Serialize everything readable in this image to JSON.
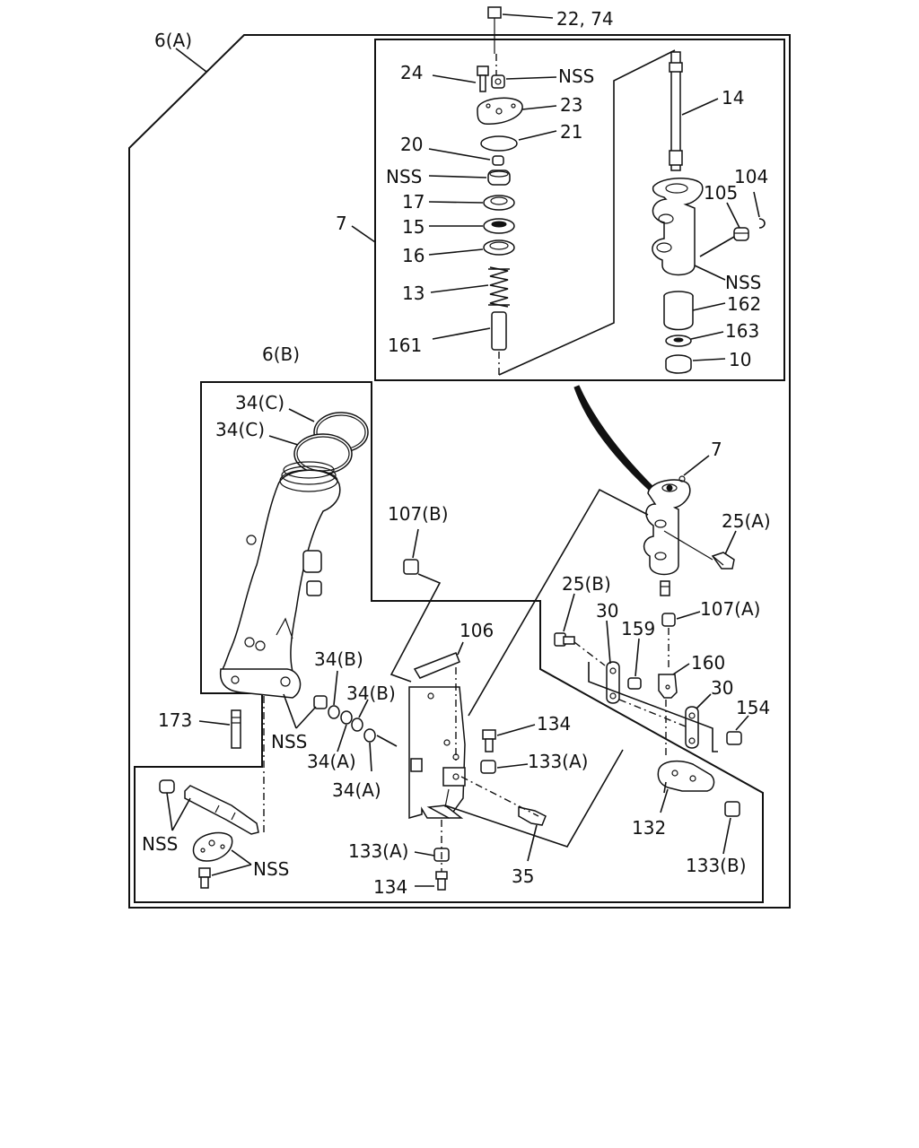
{
  "callouts": {
    "c_6a": "6(A)",
    "c_22_74": "22, 74",
    "c_24": "24",
    "c_nss_top": "NSS",
    "c_23": "23",
    "c_21": "21",
    "c_20": "20",
    "c_nss_2": "NSS",
    "c_17": "17",
    "c_15": "15",
    "c_16": "16",
    "c_13": "13",
    "c_161": "161",
    "c_7_top": "7",
    "c_14": "14",
    "c_104": "104",
    "c_105": "105",
    "c_nss_3": "NSS",
    "c_162": "162",
    "c_163": "163",
    "c_10": "10",
    "c_6b": "6(B)",
    "c_34c_1": "34(C)",
    "c_34c_2": "34(C)",
    "c_7_mid": "7",
    "c_107b": "107(B)",
    "c_25a": "25(A)",
    "c_25b": "25(B)",
    "c_107a": "107(A)",
    "c_30_1": "30",
    "c_159": "159",
    "c_160": "160",
    "c_30_2": "30",
    "c_106": "106",
    "c_154": "154",
    "c_34b_1": "34(B)",
    "c_34b_2": "34(B)",
    "c_173": "173",
    "c_nss_4": "NSS",
    "c_34a_1": "34(A)",
    "c_34a_2": "34(A)",
    "c_134_1": "134",
    "c_133a_1": "133(A)",
    "c_132": "132",
    "c_nss_5": "NSS",
    "c_nss_6": "NSS",
    "c_133a_2": "133(A)",
    "c_35": "35",
    "c_133b": "133(B)",
    "c_134_2": "134"
  }
}
